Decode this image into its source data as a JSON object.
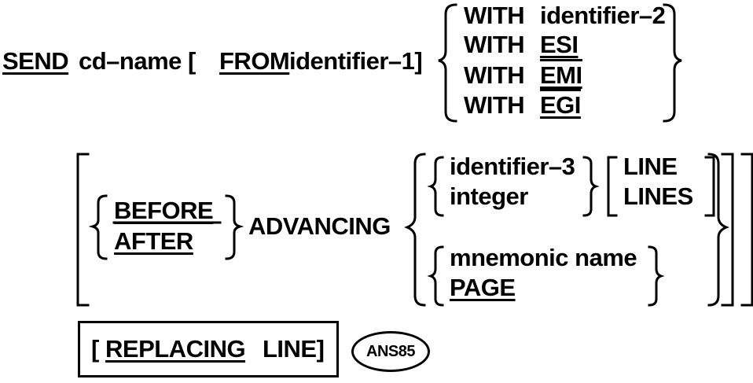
{
  "line1": {
    "send": "SEND",
    "cd_name": "cd–name [",
    "from": "FROM",
    "identifier1": "identifier–1]"
  },
  "with_options": [
    {
      "keyword": "WITH",
      "value": "identifier–2"
    },
    {
      "keyword": "WITH",
      "value": "ESI"
    },
    {
      "keyword": "WITH",
      "value": "EMI"
    },
    {
      "keyword": "WITH",
      "value": "EGI"
    }
  ],
  "advancing": {
    "before": "BEFORE",
    "after": "AFTER",
    "keyword": "ADVANCING",
    "identifier3": "identifier–3",
    "integer": "integer",
    "line": "LINE",
    "lines": "LINES",
    "mnemonic": "mnemonic name",
    "page": "PAGE"
  },
  "replacing": {
    "open": "[",
    "keyword": "REPLACING",
    "rest": "LINE]"
  },
  "badge": "ANS85"
}
